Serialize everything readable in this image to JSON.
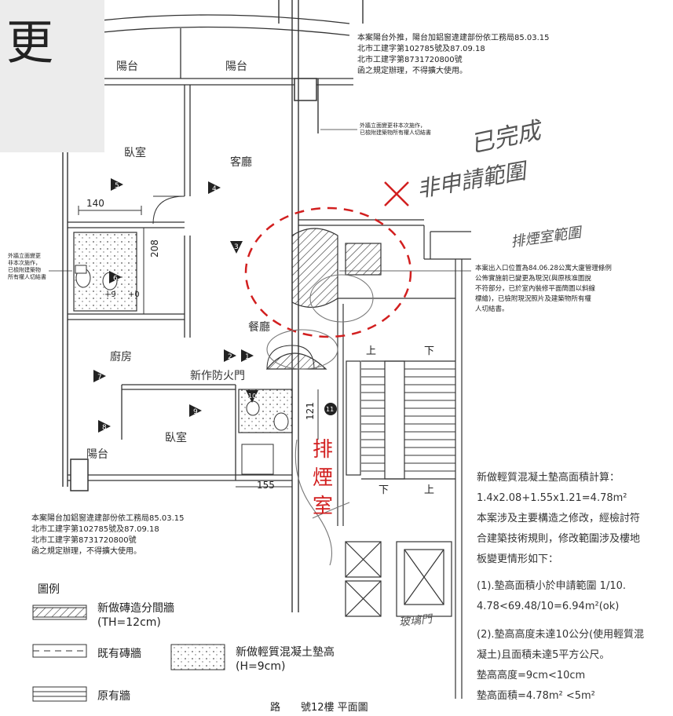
{
  "corner_char": "更",
  "rooms": {
    "balcony1": "陽台",
    "balcony2": "陽台",
    "balcony3": "陽台",
    "bedroom1": "臥室",
    "bedroom2": "臥室",
    "living": "客廳",
    "dining": "餐廳",
    "kitchen": "廚房",
    "fire_door": "新作防火門"
  },
  "dims": {
    "d140": "140",
    "d208": "208",
    "d121": "121",
    "d155": "155",
    "p9": "+9",
    "p0": "+0"
  },
  "stairs": {
    "up1": "上",
    "down1": "下",
    "down2": "下",
    "up2": "上"
  },
  "badges": [
    "5",
    "4",
    "3",
    "6",
    "2",
    "1",
    "7",
    "10",
    "9",
    "11",
    "8"
  ],
  "note_top": [
    "本案陽台外推，陽台加鋁窗違建部份依工務局85.03.15",
    "北市工建字第102785號及87.09.18",
    "北市工建字第8731720800號",
    "函之規定辦理，不得擴大使用。"
  ],
  "note_wall": [
    "外牆立面變更非本次施作，",
    "已檢附建築物所有權人切結書"
  ],
  "note_left": [
    "外牆立面變更",
    "非本次施作，",
    "已檢附建築物",
    "所有權人切結書"
  ],
  "note_entrance": [
    "本案出入口位置為84.06.28公寓大廈管理條例",
    "公佈實施前已變更為現況(與原核准圖說",
    "不符部分，已於室內裝修平面簡圖以斜線",
    "標繪)，已檢附現況照片及建築物所有權",
    "人切結書。"
  ],
  "note_bottom_left": [
    "本案陽台加鋁窗違建部份依工務局85.03.15",
    "北市工建字第102785號及87.09.18",
    "北市工建字第8731720800號",
    "函之規定辦理，不得擴大使用。"
  ],
  "calc": {
    "title": "新做輕質混凝土墊高面積計算：",
    "formula": "1.4x2.08+1.55x1.21=4.78m²",
    "body": [
      "本案涉及主要構造之修改，經檢討符",
      "合建築技術規則，修改範圍涉及樓地",
      "板變更情形如下："
    ],
    "item1": [
      "(1).墊高面積小於申請範圍 1/10.",
      "4.78<69.48/10=6.94m²(ok)"
    ],
    "item2": [
      "(2).墊高高度未達10公分(使用輕質混",
      "凝土)且面積未達5平方公尺。",
      "墊高高度=9cm<10cm",
      "墊高面積=4.78m² <5m²"
    ]
  },
  "legend": {
    "title": "圖例",
    "new_wall": "新做磚造分間牆",
    "new_wall_th": "(TH=12cm)",
    "existing_brick": "既有磚牆",
    "lightweight": "新做輕質混凝土墊高",
    "lightweight_h": "(H=9cm)",
    "original": "原有牆"
  },
  "plan_title": "路　　號12樓  平面圖",
  "red_label": [
    "排",
    "煙",
    "室"
  ],
  "handwriting": {
    "hw1": "已完成",
    "hw2": "非申請範圍",
    "hw3": "排煙室範圍",
    "hw4": "玻璃門"
  },
  "colors": {
    "red": "#d21f1f",
    "line": "#333333",
    "pencil": "#777777"
  }
}
